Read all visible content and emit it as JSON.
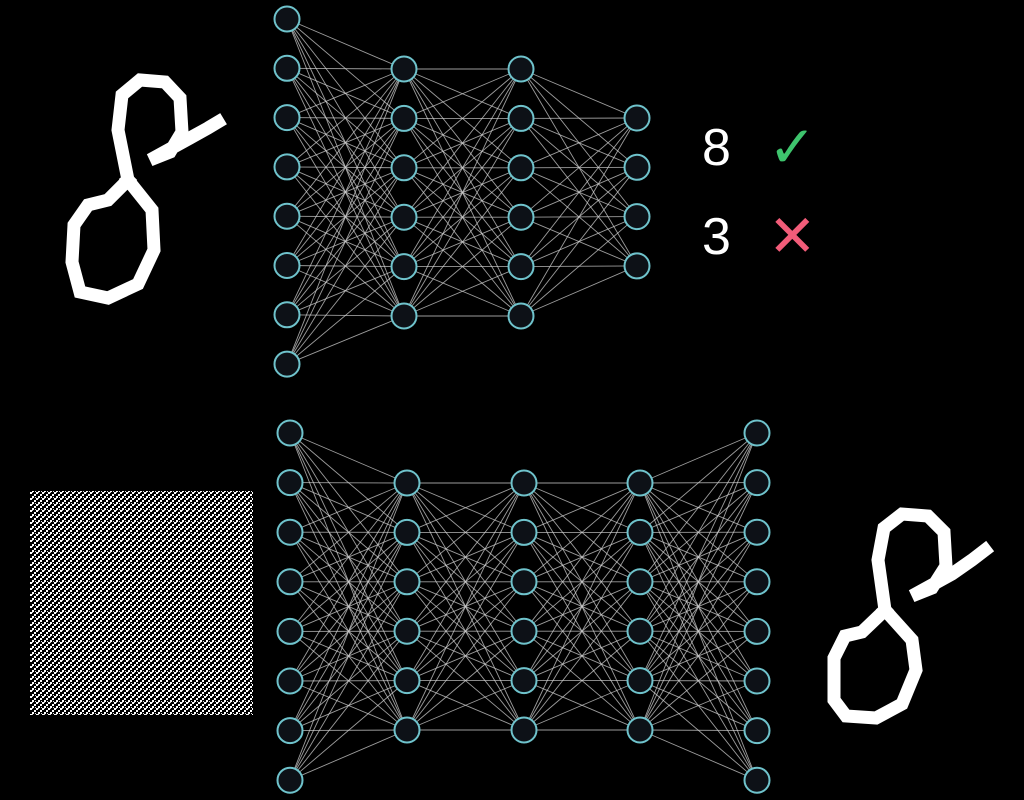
{
  "colors": {
    "background": "#000000",
    "node_fill": "#0d1117",
    "node_stroke": "#6fc3cc",
    "edge": "#d0d0d0",
    "digit": "#ffffff",
    "correct": "#3ec46d",
    "wrong": "#f25c79"
  },
  "classifier": {
    "layers": [
      8,
      6,
      6,
      4
    ],
    "input_digit": "8",
    "predictions": [
      {
        "label": "8",
        "icon": "check-icon",
        "glyph": "✓",
        "color": "#3ec46d"
      },
      {
        "label": "3",
        "icon": "cross-icon",
        "glyph": "✕",
        "color": "#f25c79"
      }
    ]
  },
  "generator": {
    "layers": [
      8,
      6,
      6,
      6,
      8
    ],
    "input": "random-noise",
    "output_digit": "8"
  }
}
